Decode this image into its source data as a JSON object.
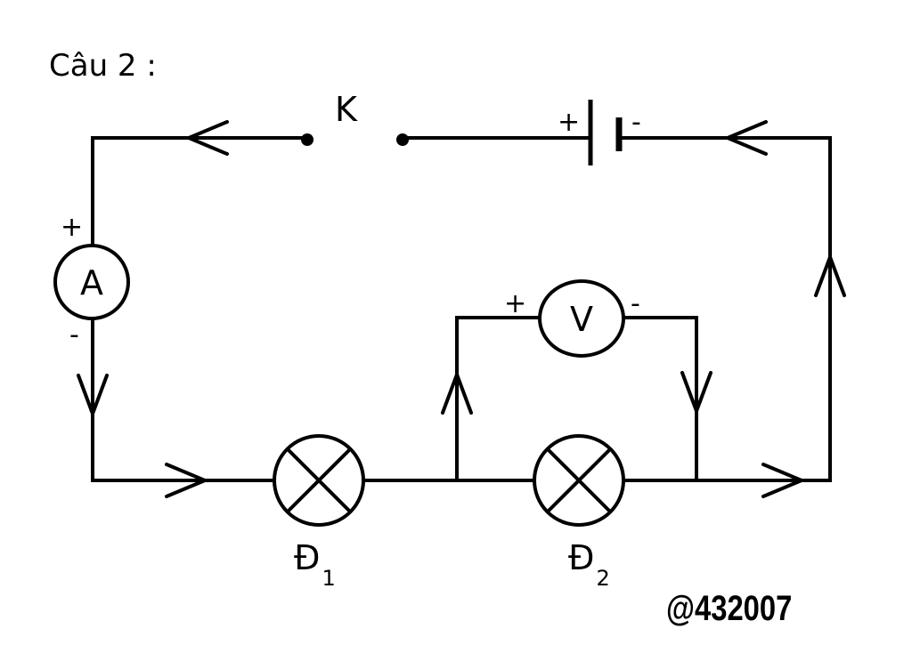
{
  "title": "Câu 2 :",
  "switch_label": "K",
  "battery": {
    "plus": "+",
    "minus": "-"
  },
  "ammeter": {
    "symbol": "A",
    "plus": "+",
    "minus": "-"
  },
  "voltmeter": {
    "symbol": "V",
    "plus": "+",
    "minus": "-"
  },
  "lamps": [
    {
      "name": "Đ",
      "sub": "1"
    },
    {
      "name": "Đ",
      "sub": "2"
    }
  ],
  "watermark": "@432007"
}
